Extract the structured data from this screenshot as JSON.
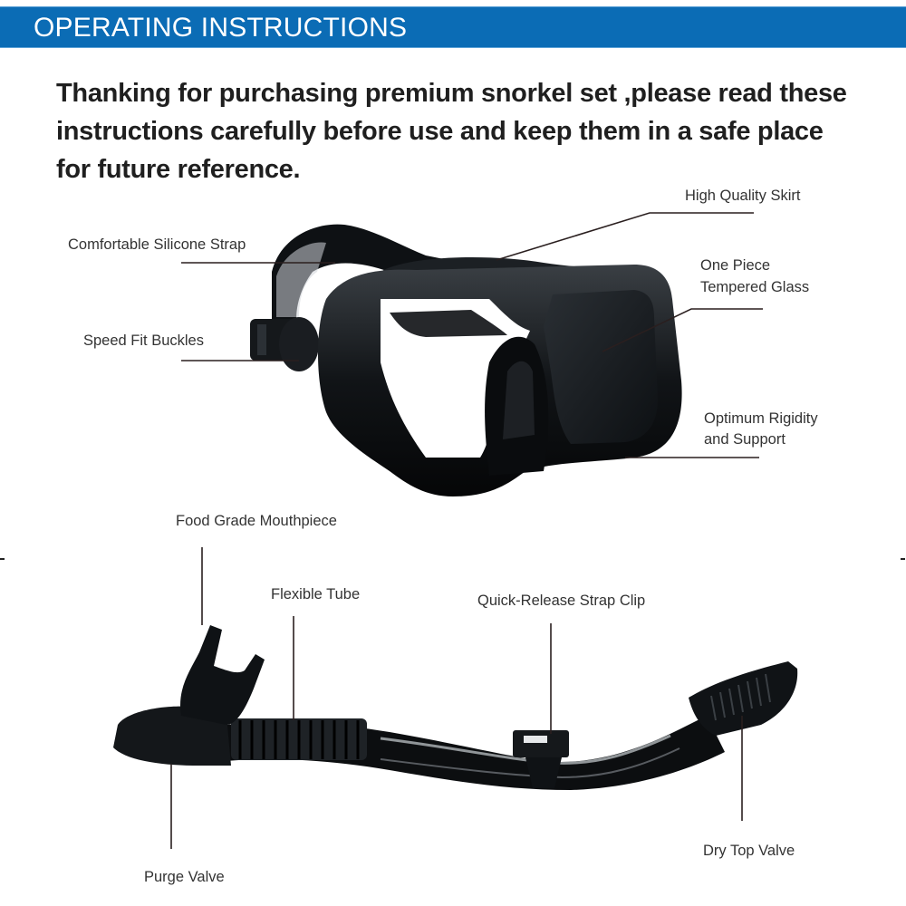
{
  "header": {
    "title": "OPERATING INSTRUCTIONS",
    "accent_color": "#0b6cb5"
  },
  "intro": {
    "text": "Thanking  for purchasing  premium snorkel set ,please read these instructions carefully before use and keep them in a safe place  for future reference."
  },
  "mask": {
    "image_icon": "diving-mask-icon",
    "labels": {
      "strap": "Comfortable Silicone Strap",
      "buckles": "Speed Fit Buckles",
      "skirt": "High Quality Skirt",
      "glass_line1": "One Piece",
      "glass_line2": "Tempered Glass",
      "rigidity_line1": "Optimum Rigidity",
      "rigidity_line2": "and Support"
    }
  },
  "snorkel": {
    "image_icon": "snorkel-icon",
    "labels": {
      "mouthpiece": "Food Grade Mouthpiece",
      "tube": "Flexible Tube",
      "clip": "Quick-Release Strap Clip",
      "purge": "Purge Valve",
      "drytop": "Dry Top Valve"
    }
  }
}
